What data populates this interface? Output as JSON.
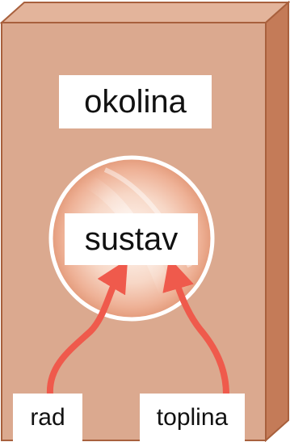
{
  "diagram": {
    "surroundings_label": "okolina",
    "system_label": "sustav",
    "work_label": "rad",
    "heat_label": "toplina",
    "colors": {
      "box_front": "#dba98f",
      "box_edge": "#a8603d",
      "box_side": "#c47b58",
      "box_top": "#e3b49b",
      "arrow": "#ef5a4c",
      "sphere_core": "#fdf1ea",
      "sphere_rim": "#e9a98a"
    },
    "arrows": [
      {
        "from": "rad",
        "to": "sustav"
      },
      {
        "from": "toplina",
        "to": "sustav"
      }
    ]
  }
}
